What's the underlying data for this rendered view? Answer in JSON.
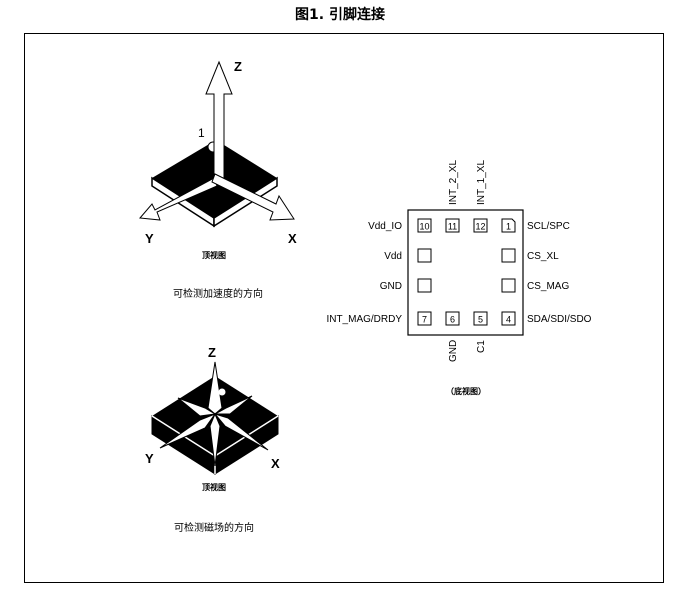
{
  "figure_title": "图1. 引脚连接",
  "top_diagram": {
    "pin1_marker": "1",
    "axis_z": "Z",
    "axis_y": "Y",
    "axis_x": "X",
    "view_label": "顶视图",
    "caption": "可检测加速度的方向"
  },
  "bottom_diagram": {
    "axis_z": "Z",
    "axis_y": "Y",
    "axis_x": "X",
    "view_label": "顶视图",
    "caption": "可检测磁场的方向"
  },
  "pinout": {
    "view_label": "（底视图）",
    "pins": {
      "p1": "1",
      "p4": "4",
      "p5": "5",
      "p6": "6",
      "p7": "7",
      "p10": "10",
      "p11": "11",
      "p12": "12"
    },
    "left_labels": [
      "Vdd_IO",
      "Vdd",
      "GND",
      "INT_MAG/DRDY"
    ],
    "right_labels": [
      "SCL/SPC",
      "CS_XL",
      "CS_MAG",
      "SDA/SDI/SDO"
    ],
    "top_labels": [
      "INT_2_XL",
      "INT_1_XL"
    ],
    "bottom_labels": [
      "GND",
      "C1"
    ]
  }
}
